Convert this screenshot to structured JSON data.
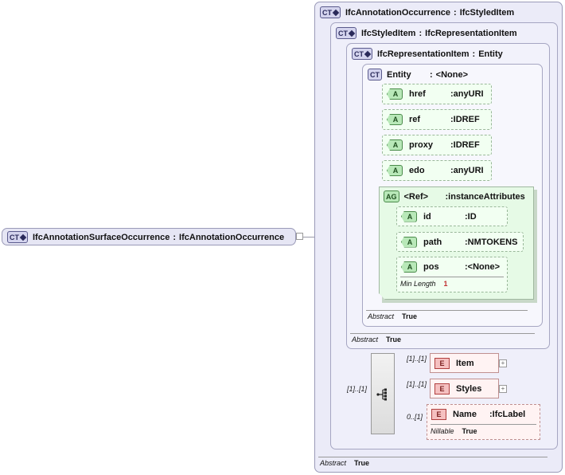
{
  "root": {
    "badge": "CT",
    "name": "IfcAnnotationSurfaceOccurrence",
    "base": "IfcAnnotationOccurrence"
  },
  "ct_annotation_occurrence": {
    "badge": "CT",
    "name": "IfcAnnotationOccurrence",
    "base": "IfcStyledItem",
    "abstract_label": "Abstract",
    "abstract_value": "True"
  },
  "ct_styled_item": {
    "badge": "CT",
    "name": "IfcStyledItem",
    "base": "IfcRepresentationItem",
    "abstract_label": "Abstract",
    "abstract_value": "True"
  },
  "ct_representation_item": {
    "badge": "CT",
    "name": "IfcRepresentationItem",
    "base": "Entity",
    "abstract_label": "Abstract",
    "abstract_value": "True"
  },
  "entity": {
    "badge": "CT",
    "name": "Entity",
    "base": "<None>"
  },
  "attributes": [
    {
      "badge": "A",
      "name": "href",
      "type": "anyURI"
    },
    {
      "badge": "A",
      "name": "ref",
      "type": "IDREF"
    },
    {
      "badge": "A",
      "name": "proxy",
      "type": "IDREF"
    },
    {
      "badge": "A",
      "name": "edo",
      "type": "anyURI"
    }
  ],
  "attribute_group": {
    "badge": "AG",
    "name": "<Ref>",
    "type": "instanceAttributes",
    "attributes": [
      {
        "badge": "A",
        "name": "id",
        "type": "ID"
      },
      {
        "badge": "A",
        "name": "path",
        "type": "NMTOKENS"
      },
      {
        "badge": "A",
        "name": "pos",
        "type": "<None>",
        "facet_label": "Min Length",
        "facet_value": "1"
      }
    ]
  },
  "sequence": {
    "multiplicity": "[1]..[1]"
  },
  "elements": [
    {
      "badge": "E",
      "name": "Item",
      "type": "",
      "multiplicity": "[1]..[1]"
    },
    {
      "badge": "E",
      "name": "Styles",
      "type": "",
      "multiplicity": "[1]..[1]"
    },
    {
      "badge": "E",
      "name": "Name",
      "type": "IfcLabel",
      "multiplicity": "0..[1]",
      "facet_label": "Nillable",
      "facet_value": "True"
    }
  ],
  "separator": ":",
  "expand_symbol": "+",
  "colon_sep": ": "
}
